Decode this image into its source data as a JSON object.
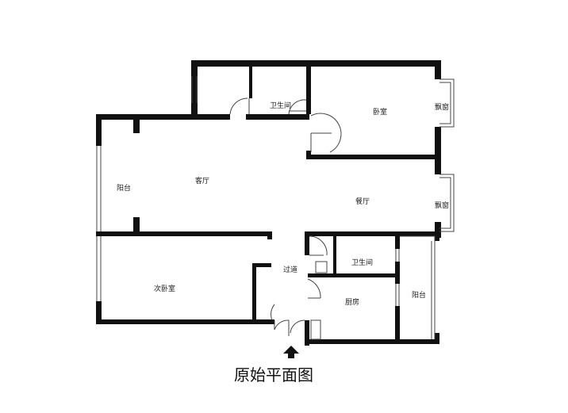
{
  "title": "原始平面图",
  "rooms": {
    "bathroom_top": "卫生间",
    "bedroom": "卧室",
    "bay_window_top": "飘窗",
    "balcony_left": "阳台",
    "living_room": "客厅",
    "dining_room": "餐厅",
    "bay_window_right": "飘窗",
    "bathroom_mid": "卫生间",
    "corridor": "过道",
    "second_bedroom": "次卧室",
    "kitchen": "厨房",
    "balcony_right": "阳台"
  },
  "colors": {
    "wall": "#111111",
    "line": "#444444",
    "background": "#ffffff"
  },
  "icons": {
    "entrance": "entrance-arrow-icon"
  }
}
